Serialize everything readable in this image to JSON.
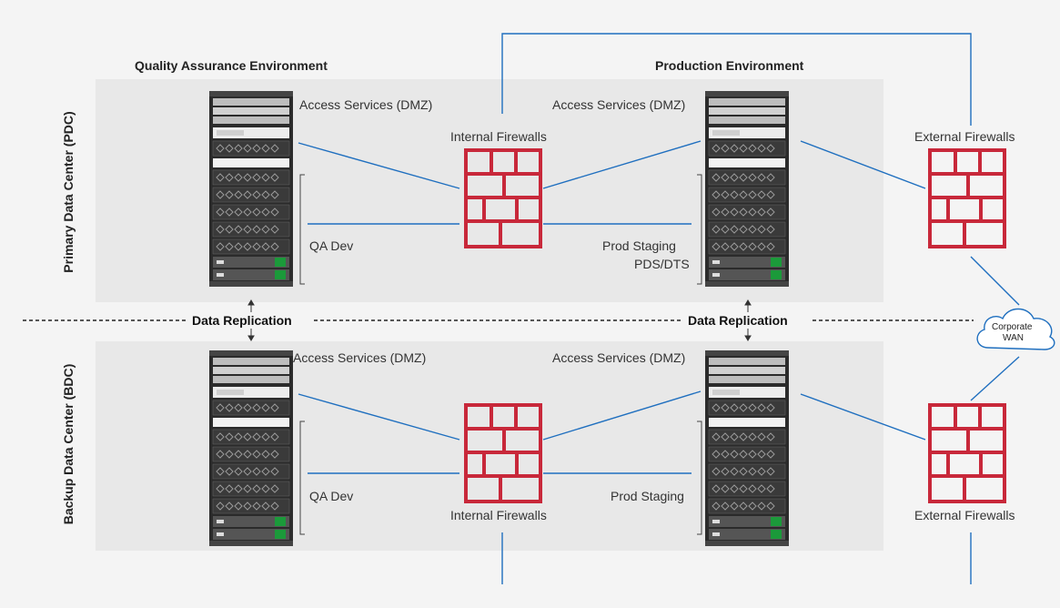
{
  "environments": {
    "qa": "Quality Assurance Environment",
    "prod": "Production Environment"
  },
  "datacenters": {
    "primary": "Primary Data Center (PDC)",
    "backup": "Backup Data Center (BDC)"
  },
  "labels": {
    "access_services": "Access Services (DMZ)",
    "internal_firewalls": "Internal Firewalls",
    "external_firewalls": "External Firewalls",
    "qa_dev": "QA Dev",
    "prod_staging": "Prod Staging",
    "pds_dts": "PDS/DTS",
    "data_replication": "Data Replication",
    "corporate": "Corporate",
    "wan": "WAN"
  },
  "colors": {
    "firewall": "#c8283a",
    "link": "#1f6fbf",
    "panel": "#e8e8e8",
    "background": "#f4f4f4"
  }
}
